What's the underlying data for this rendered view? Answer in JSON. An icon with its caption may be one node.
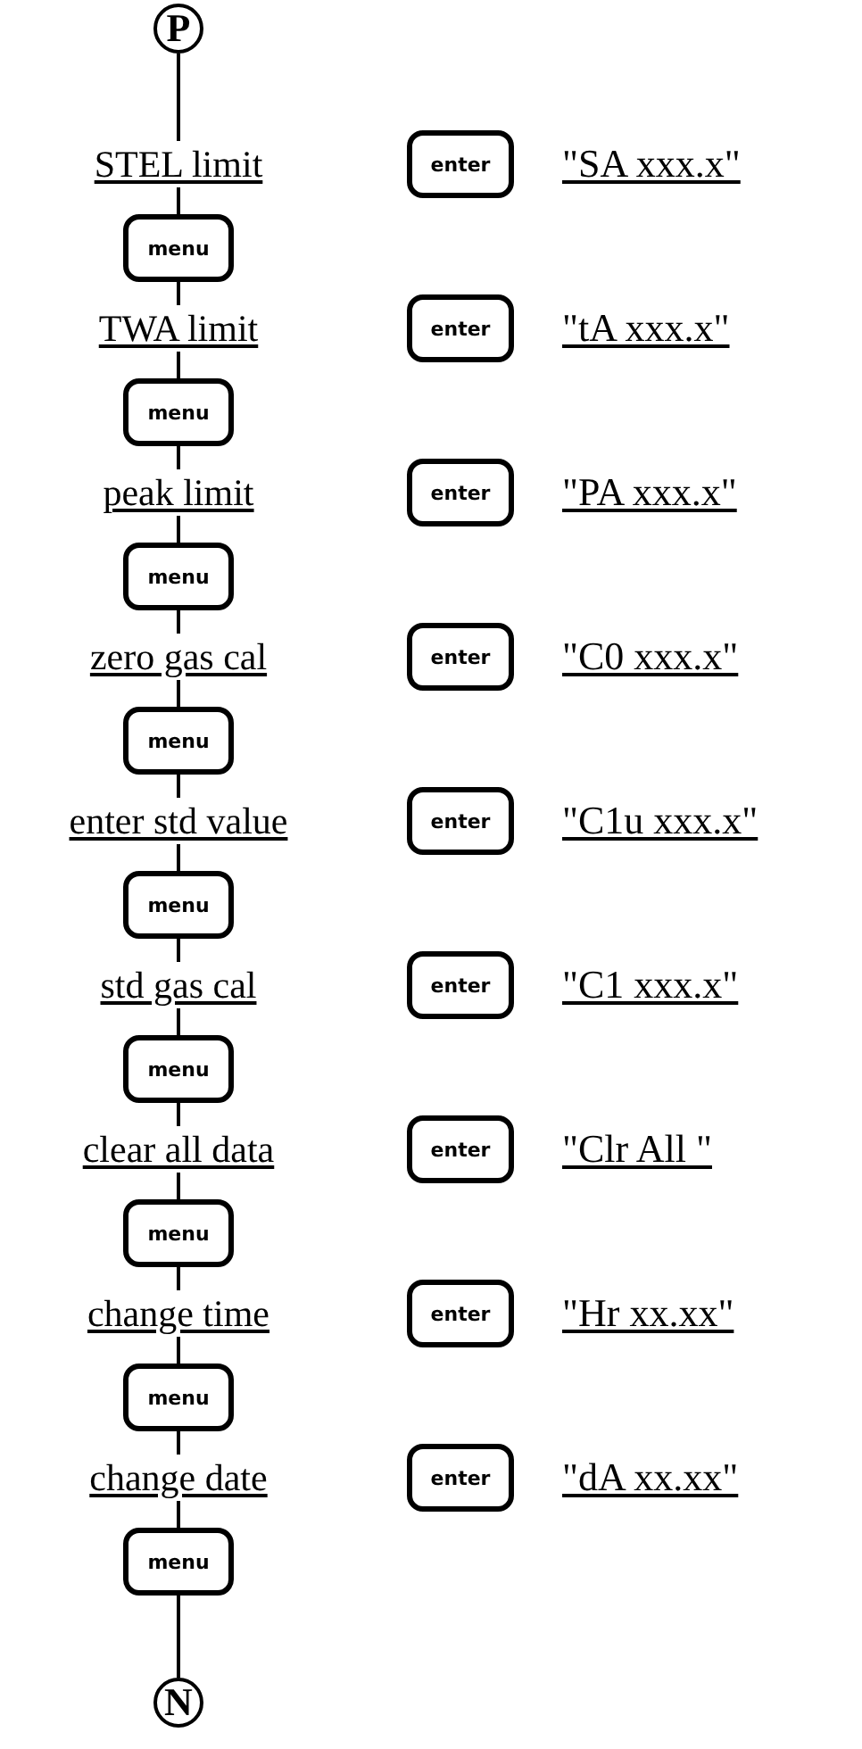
{
  "diagram": {
    "nodes": [
      {
        "text": [
          "P"
        ]
      },
      {
        "text": [
          "STEL limit"
        ]
      },
      {
        "text": [
          "enter"
        ]
      },
      {
        "text": [
          "menu"
        ]
      },
      {
        "text": [
          "TWA limit"
        ]
      },
      {
        "text": [
          "enter"
        ]
      },
      {
        "text": [
          "menu"
        ]
      },
      {
        "text": [
          "peak limit"
        ]
      },
      {
        "text": [
          "enter"
        ]
      },
      {
        "text": [
          "menu"
        ]
      },
      {
        "text": [
          "zero gas cal"
        ]
      },
      {
        "text": [
          "enter"
        ]
      },
      {
        "text": [
          "menu"
        ]
      },
      {
        "text": [
          "enter std value"
        ]
      },
      {
        "text": [
          "enter"
        ]
      },
      {
        "text": [
          "menu"
        ]
      },
      {
        "text": [
          "std gas cal"
        ]
      },
      {
        "text": [
          "enter"
        ]
      },
      {
        "text": [
          "menu"
        ]
      },
      {
        "text": [
          "clear all data"
        ]
      },
      {
        "text": [
          "enter"
        ]
      },
      {
        "text": [
          "menu"
        ]
      },
      {
        "text": [
          "change time"
        ]
      },
      {
        "text": [
          "enter"
        ]
      },
      {
        "text": [
          "menu"
        ]
      },
      {
        "text": [
          "change date"
        ]
      },
      {
        "text": [
          "enter"
        ]
      },
      {
        "text": [
          "menu"
        ]
      },
      {
        "text": [
          "N"
        ]
      }
    ],
    "edges": [
      {
        "from": 0,
        "to": 1,
        "arrow": "none"
      },
      {
        "from": 1,
        "to": 3,
        "arrow": "none"
      },
      {
        "from": 3,
        "to": 4,
        "arrow": "none"
      },
      {
        "from": 4,
        "to": 6,
        "arrow": "none"
      },
      {
        "from": 6,
        "to": 7,
        "arrow": "none"
      },
      {
        "from": 7,
        "to": 9,
        "arrow": "none"
      },
      {
        "from": 9,
        "to": 10,
        "arrow": "none"
      },
      {
        "from": 10,
        "to": 12,
        "arrow": "none"
      },
      {
        "from": 12,
        "to": 13,
        "arrow": "none"
      },
      {
        "from": 13,
        "to": 15,
        "arrow": "none"
      },
      {
        "from": 15,
        "to": 16,
        "arrow": "none"
      },
      {
        "from": 16,
        "to": 18,
        "arrow": "none"
      },
      {
        "from": 18,
        "to": 19,
        "arrow": "none"
      },
      {
        "from": 19,
        "to": 21,
        "arrow": "none"
      },
      {
        "from": 21,
        "to": 22,
        "arrow": "none"
      },
      {
        "from": 22,
        "to": 24,
        "arrow": "none"
      },
      {
        "from": 24,
        "to": 25,
        "arrow": "none"
      },
      {
        "from": 25,
        "to": 27,
        "arrow": "none"
      },
      {
        "from": 27,
        "to": 28,
        "arrow": "none"
      }
    ],
    "labels": [
      "\"SA xxx.x\"",
      "\"tA xxx.x\"",
      "\"PA xxx.x\"",
      "\"C0 xxx.x\"",
      "\"C1u xxx.x\"",
      "\"C1 xxx.x\"",
      "\"Clr All \"",
      "\"Hr xx.xx\"",
      "\"dA xx.xx\""
    ]
  }
}
